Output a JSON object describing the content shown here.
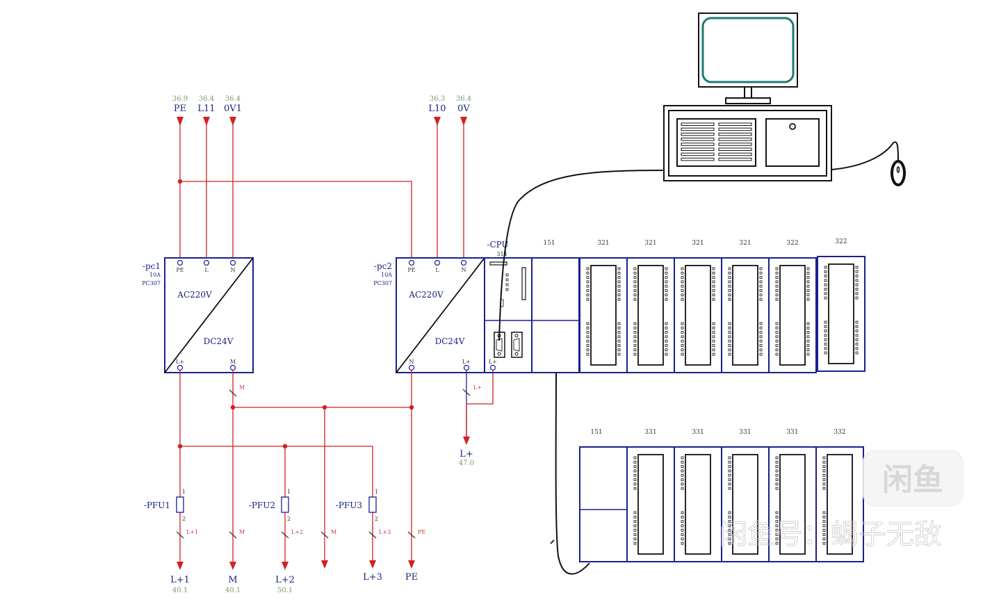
{
  "top_inputs_pc1": [
    {
      "signal": "PE",
      "ref": "36.9"
    },
    {
      "signal": "L11",
      "ref": "36.4"
    },
    {
      "signal": "0V1",
      "ref": "36.4"
    }
  ],
  "top_inputs_pc2": [
    {
      "signal": "L10",
      "ref": "36.3"
    },
    {
      "signal": "0V",
      "ref": "36.4"
    }
  ],
  "psu1": {
    "tag": "-pc1",
    "rating": "10A",
    "model": "PC307",
    "input_label": "AC220V",
    "output_label": "DC24V",
    "top_terminals": [
      "PE",
      "L",
      "N"
    ],
    "bottom_terminals": [
      "L+",
      "M"
    ]
  },
  "psu2": {
    "tag": "-pc2",
    "rating": "10A",
    "model": "PC307",
    "input_label": "AC220V",
    "output_label": "DC24V",
    "top_terminals": [
      "PE",
      "L",
      "N"
    ],
    "bottom_terminals": [
      "N",
      "L+"
    ]
  },
  "cpu": {
    "tag": "-CPU",
    "model": "314",
    "terminal": "L+"
  },
  "rack1": {
    "slots": [
      "151",
      "321",
      "321",
      "321",
      "321",
      "322",
      "322"
    ]
  },
  "rack2": {
    "slots": [
      "151",
      "331",
      "331",
      "331",
      "331",
      "332"
    ]
  },
  "fuses": [
    {
      "tag": "-PFU1",
      "pin_top": "1",
      "pin_bottom": "2",
      "wire": "L+1"
    },
    {
      "tag": "-PFU2",
      "pin_top": "1",
      "pin_bottom": "2",
      "wire": "L+2"
    },
    {
      "tag": "-PFU3",
      "pin_top": "1",
      "pin_bottom": "2",
      "wire": "L+3"
    }
  ],
  "wire_tags": {
    "psu1_m": "M",
    "m_branch": "M",
    "m_branch2": "M",
    "pe": "PE",
    "cpu_lplus": "L+"
  },
  "bottom_outputs": [
    {
      "signal": "L+1",
      "ref": "40.1"
    },
    {
      "signal": "M",
      "ref": "40.1"
    },
    {
      "signal": "L+2",
      "ref": "50.1"
    },
    {
      "signal": "",
      "ref": ""
    },
    {
      "signal": "L+3",
      "ref": ""
    },
    {
      "signal": "PE",
      "ref": ""
    }
  ],
  "cpu_output": {
    "signal": "L+",
    "ref": "47.0"
  },
  "watermark": {
    "logo_text": "闲鱼",
    "caption": "闲鱼号：蝎子无敌"
  },
  "colors": {
    "wire_red": "#d32020",
    "frame_blue": "#1a1f8f",
    "screen_teal": "#1e7a72",
    "ref_green": "#7a9a6a"
  }
}
